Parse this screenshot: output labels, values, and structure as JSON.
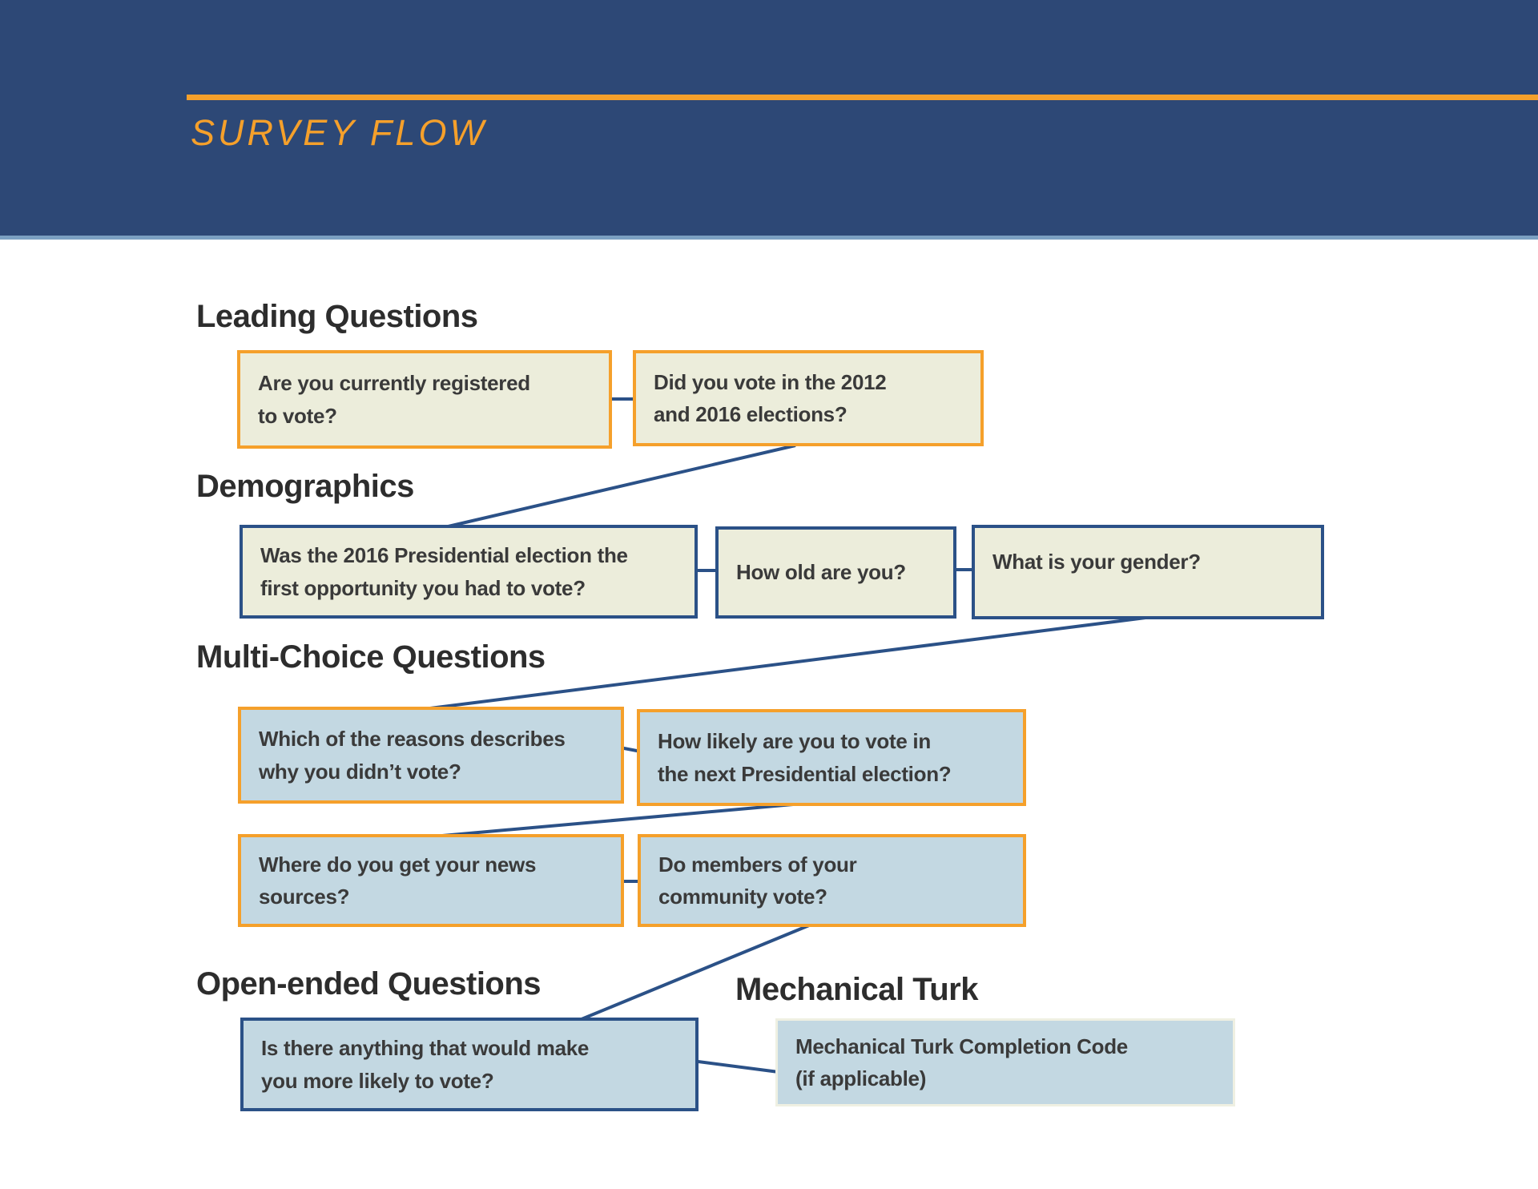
{
  "header": {
    "title": "SURVEY FLOW"
  },
  "sections": {
    "leading": "Leading Questions",
    "demographics": "Demographics",
    "multi_choice": "Multi-Choice Questions",
    "open_ended": "Open-ended Questions",
    "mechanical_turk": "Mechanical Turk"
  },
  "boxes": [
    {
      "id": "registered",
      "text": "Are you currently registered\nto vote?"
    },
    {
      "id": "voted-2012-2016",
      "text": "Did you vote in the 2012\nand 2016 elections?"
    },
    {
      "id": "first-opportunity",
      "text": "Was the 2016 Presidential election the\nfirst opportunity you had to vote?"
    },
    {
      "id": "age",
      "text": "How old are you?"
    },
    {
      "id": "gender",
      "text": "What is your gender?"
    },
    {
      "id": "reasons-not-vote",
      "text": "Which of the reasons describes\nwhy you didn’t vote?"
    },
    {
      "id": "likely-next",
      "text": "How likely are you to vote in\nthe next Presidential election?"
    },
    {
      "id": "news-sources",
      "text": "Where do you get your news\nsources?"
    },
    {
      "id": "community-vote",
      "text": "Do members of your\ncommunity vote?"
    },
    {
      "id": "more-likely",
      "text": "Is there anything that would make\nyou more likely to vote?"
    },
    {
      "id": "mturk-code",
      "text": "Mechanical Turk Completion Code\n(if applicable)"
    }
  ],
  "colors": {
    "header_bg": "#2D4876",
    "header_edge": "#7BA0C2",
    "accent_orange": "#F5A02B",
    "box_cream": "#ECEDDB",
    "box_light_blue": "#C3D8E2",
    "border_navy": "#2B5187",
    "connector": "#2B5187",
    "heading_text": "#2d2d2d",
    "box_text": "#3a3a3a"
  }
}
